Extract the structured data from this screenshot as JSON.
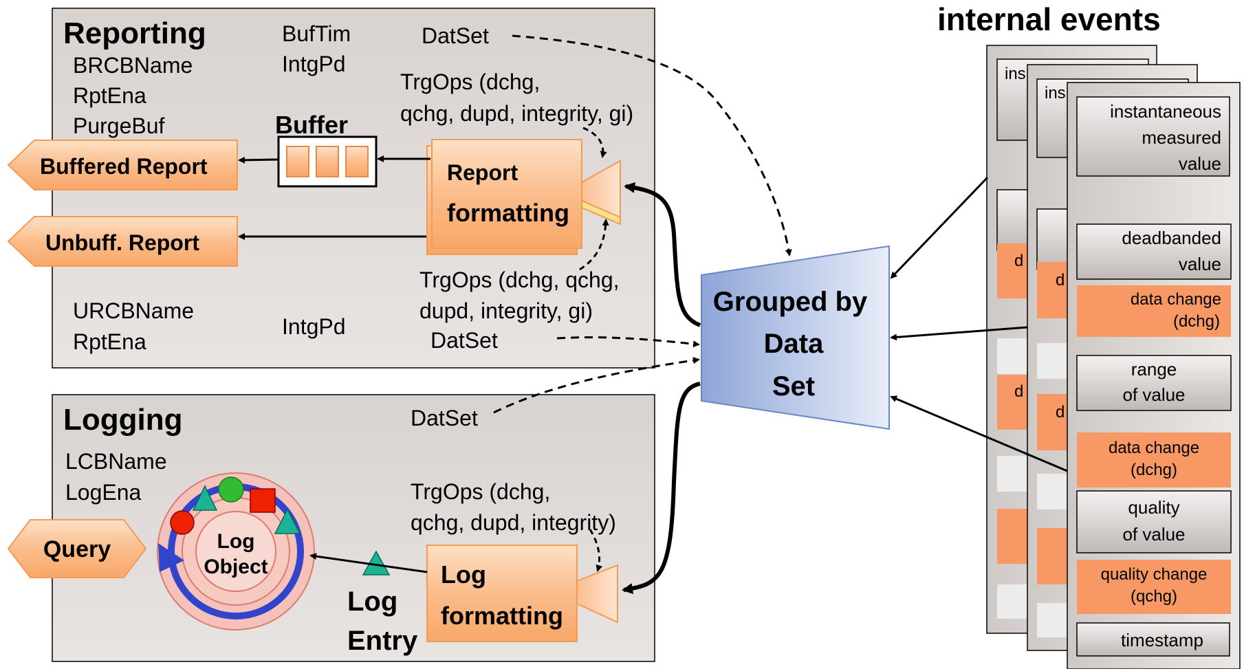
{
  "reporting": {
    "title": "Reporting",
    "brcb_name": "BRCBName",
    "rpt_ena": "RptEna",
    "purge_buf": "PurgeBuf",
    "buf_tim": "BufTim",
    "intg_pd": "IntgPd",
    "dat_set": "DatSet",
    "trgops_buffered_1": "TrgOps (dchg,",
    "trgops_buffered_2": "qchg, dupd, integrity, gi)",
    "buffer_label": "Buffer",
    "report_formatting_1": "Report",
    "report_formatting_2": "formatting",
    "trgops_unbuff_1": "TrgOps (dchg, qchg,",
    "trgops_unbuff_2": "dupd, integrity, gi)",
    "urcb_name": "URCBName",
    "rpt_ena_2": "RptEna",
    "intg_pd_2": "IntgPd",
    "dat_set_2": "DatSet"
  },
  "outputs": {
    "buffered_report": "Buffered Report",
    "unbuff_report": "Unbuff. Report",
    "query": "Query"
  },
  "logging": {
    "title": "Logging",
    "lcb_name": "LCBName",
    "log_ena": "LogEna",
    "dat_set": "DatSet",
    "trgops_1": "TrgOps (dchg,",
    "trgops_2": "qchg, dupd, integrity)",
    "log_object_1": "Log",
    "log_object_2": "Object",
    "log_entry_1": "Log",
    "log_entry_2": "Entry",
    "log_formatting_1": "Log",
    "log_formatting_2": "formatting"
  },
  "dataset": {
    "line1": "Grouped by",
    "line2": "Data",
    "line3": "Set"
  },
  "internal_events": {
    "title": "internal events",
    "back_fragments": [
      "ins",
      "ins",
      "d",
      "d",
      "d",
      "d"
    ],
    "front_items": [
      {
        "line1": "instantaneous",
        "line2": "measured",
        "line3": "value",
        "type": "gray"
      },
      {
        "line1": "deadbanded",
        "line2": "value",
        "type": "gray"
      },
      {
        "line1": "data change",
        "line2": "(dchg)",
        "type": "orange"
      },
      {
        "line1": "range",
        "line2": "of value",
        "type": "gray"
      },
      {
        "line1": "data change",
        "line2": "(dchg)",
        "type": "orange"
      },
      {
        "line1": "quality",
        "line2": "of value",
        "type": "gray"
      },
      {
        "line1": "quality change",
        "line2": "(qchg)",
        "type": "orange"
      },
      {
        "line1": "timestamp",
        "type": "gray"
      }
    ]
  },
  "colors": {
    "panel_fill": "#dcd6d3",
    "orange_fill": "#fcb985",
    "orange_stroke": "#f39a55",
    "event_orange": "#f79865",
    "dataset_blue": "#a9bde6",
    "triangle_green": "#1ab394",
    "circle_green": "#33bb33",
    "circle_red": "#ee2200",
    "ring_pink": "#f0b0a8",
    "ring_blue": "#3344cc"
  }
}
